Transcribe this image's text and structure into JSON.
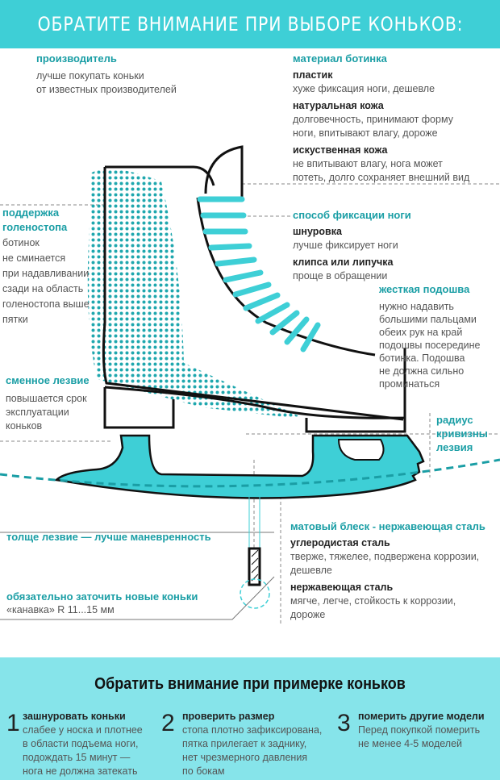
{
  "header": {
    "title": "Обратите внимание при выборе коньков:"
  },
  "manufacturer": {
    "title": "производитель",
    "text": "лучше покупать коньки\nот известных производителей"
  },
  "material": {
    "title": "материал ботинка",
    "items": [
      {
        "name": "пластик",
        "text": "хуже фиксация ноги, дешевле"
      },
      {
        "name": "натуральная кожа",
        "text": "долговечность, принимают форму\nноги, впитывают влагу, дороже"
      },
      {
        "name": "искуственная кожа",
        "text": "не впитывают влагу, нога может\nпотеть, долго сохраняет внешний вид"
      }
    ]
  },
  "ankle": {
    "title": "поддержка\nголеностопа",
    "text": "ботинок\nне сминается\nпри надавливании\nсзади на область\nголеностопа выше\nпятки"
  },
  "fixation": {
    "title": "способ фиксации ноги",
    "items": [
      {
        "name": "шнуровка",
        "text": "лучше фиксирует ноги"
      },
      {
        "name": "клипса или липучка",
        "text": "проще в обращении"
      }
    ]
  },
  "sole": {
    "title": "жесткая подошва",
    "text": "нужно надавить\nбольшими пальцами\nобеих рук на край\nподошвы посередине\nботинка. Подошва\nне должна сильно\nпроминаться"
  },
  "blade": {
    "title": "сменное лезвие",
    "text": "повышается  срок\nэксплуатации\nконьков"
  },
  "radius": {
    "title": "радиус\nкривизны\nлезвия"
  },
  "thickness": {
    "title": "толще лезвие — лучше маневренность"
  },
  "sharpen": {
    "title": "обязательно заточить новые коньки",
    "text": "«канавка» R 11...15 мм"
  },
  "steel": {
    "title": "матовый блеск - нержавеющая сталь",
    "items": [
      {
        "name": "углеродистая сталь",
        "text": "тверже, тяжелее, подвержена коррозии,\nдешевле"
      },
      {
        "name": "нержавеющая сталь",
        "text": "мягче, легче, стойкость к коррозии,\nдороже"
      }
    ]
  },
  "fitting": {
    "title": "Обратить внимание при примерке коньков",
    "steps": [
      {
        "num": "1",
        "title": "зашнуровать коньки",
        "text": "слабее у носка и плотнее\nв области подъема ноги,\nподождать 15 минут —\nнога не должна затекать"
      },
      {
        "num": "2",
        "title": "проверить размер",
        "text": "стопа плотно зафиксирована,\nпятка прилегает к заднику,\nнет чрезмерного давления\nпо бокам"
      },
      {
        "num": "3",
        "title": "померить другие модели",
        "text": "Перед покупкой померить\nне менее 4-5 моделей"
      }
    ]
  },
  "colors": {
    "accent": "#3ecfd6",
    "teal_text": "#1a9ea5",
    "bottom_bg": "#86e4ea"
  }
}
